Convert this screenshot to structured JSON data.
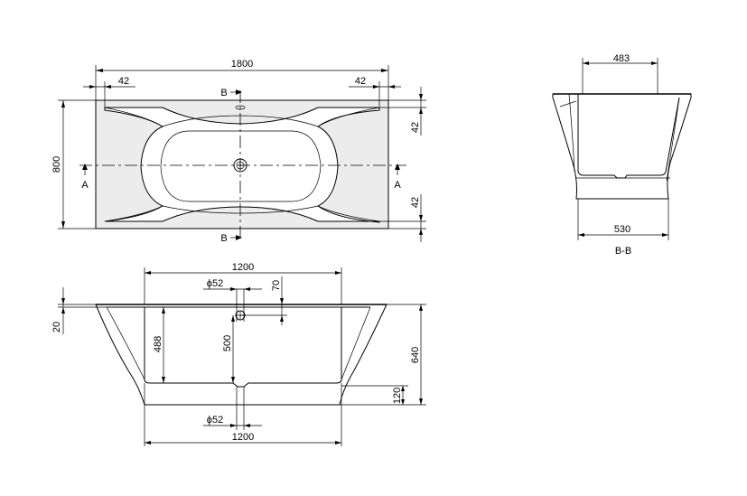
{
  "drawing": {
    "top_view": {
      "overall_length": "1800",
      "rim_left": "42",
      "rim_right": "42",
      "overall_width": "800",
      "rim_top": "42",
      "rim_bottom": "42",
      "section_a_left": "A",
      "section_a_right": "A",
      "section_b_top": "B",
      "section_b_bottom": "B"
    },
    "section_bb": {
      "top_width": "483",
      "bottom_width": "530",
      "label": "B-B"
    },
    "side_view": {
      "top_length": "1200",
      "drain_diameter_top": "ϕ52",
      "overflow_height": "70",
      "rim_thickness": "20",
      "inner_depth": "488",
      "depth_to_overflow": "500",
      "overall_height": "640",
      "base_height": "120",
      "drain_diameter_bottom": "ϕ52",
      "bottom_length": "1200"
    }
  }
}
